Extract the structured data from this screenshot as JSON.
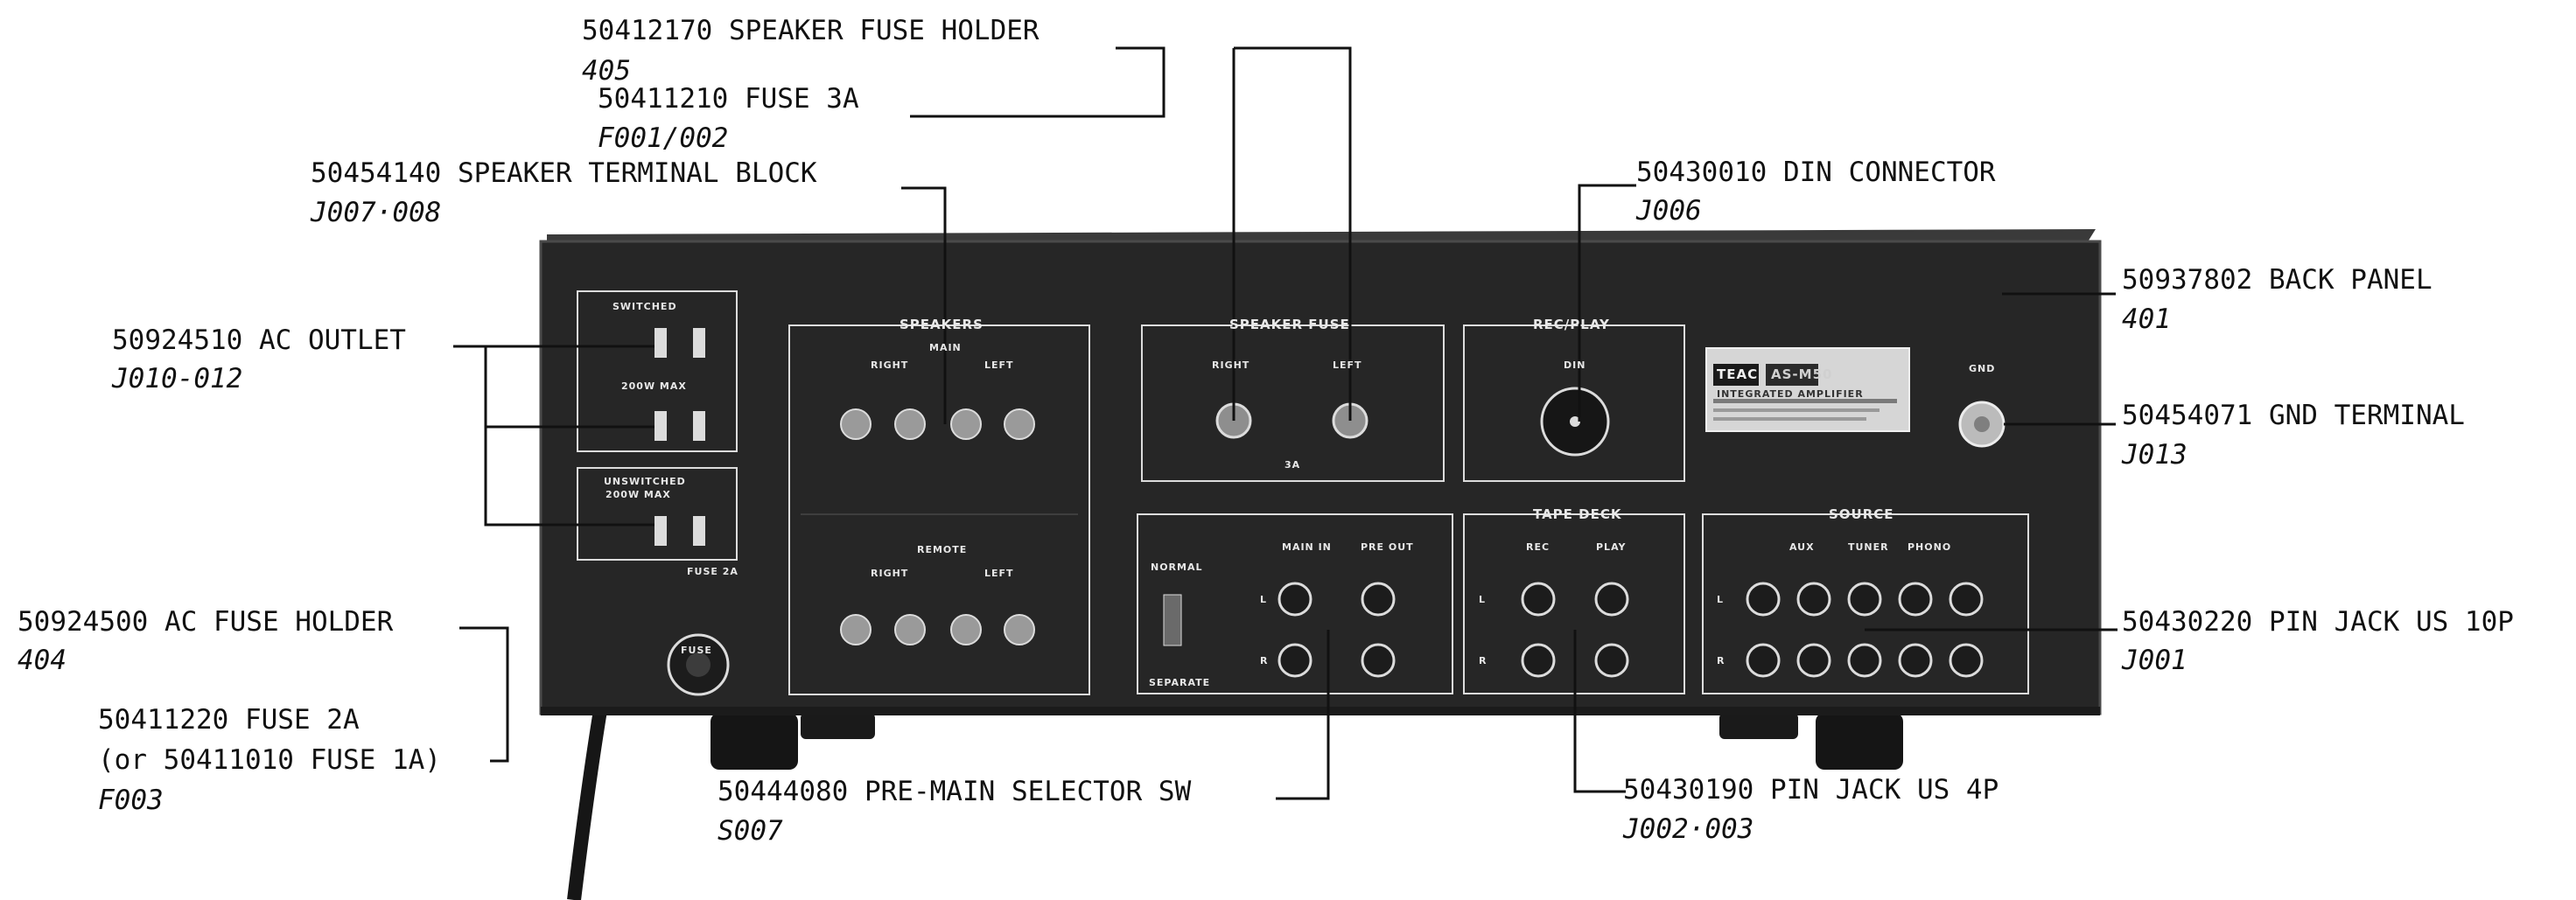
{
  "callouts": {
    "speaker_fuse_holder": {
      "part": "50412170 SPEAKER FUSE HOLDER",
      "ref": "405"
    },
    "fuse_3a": {
      "part": "50411210 FUSE 3A",
      "ref": "F001/002"
    },
    "speaker_terminal_block": {
      "part": "50454140 SPEAKER TERMINAL BLOCK",
      "ref": "J007·008"
    },
    "din_connector": {
      "part": "50430010 DIN CONNECTOR",
      "ref": "J006"
    },
    "back_panel": {
      "part": "50937802 BACK PANEL",
      "ref": "401"
    },
    "ac_outlet": {
      "part": "50924510 AC OUTLET",
      "ref": "J010-012"
    },
    "gnd_terminal": {
      "part": "50454071 GND TERMINAL",
      "ref": "J013"
    },
    "ac_fuse_holder": {
      "part": "50924500 AC FUSE HOLDER",
      "ref": "404"
    },
    "pin_jack_10p": {
      "part": "50430220 PIN JACK US 10P",
      "ref": "J001"
    },
    "fuse_2a": {
      "part": "50411220 FUSE 2A",
      "alt": "(or 50411010 FUSE 1A)",
      "ref": "F003"
    },
    "pre_main_selector": {
      "part": "50444080 PRE-MAIN SELECTOR SW",
      "ref": "S007"
    },
    "pin_jack_4p": {
      "part": "50430190 PIN JACK US 4P",
      "ref": "J002·003"
    }
  },
  "panel": {
    "switched": "SWITCHED",
    "switched_rating": "200W MAX",
    "unswitched": "UNSWITCHED",
    "unswitched_rating": "200W MAX",
    "fuse_rating": "FUSE 2A",
    "fuse_knob": "FUSE",
    "speakers_title": "SPEAKERS",
    "main": "MAIN",
    "remote": "REMOTE",
    "right": "RIGHT",
    "left": "LEFT",
    "speaker_fuse_title": "SPEAKER FUSE",
    "fuse_right": "RIGHT",
    "fuse_left": "LEFT",
    "fuse_3a": "3A",
    "rec_play_title": "REC/PLAY",
    "din": "DIN",
    "tape_deck_title": "TAPE DECK",
    "rec": "REC",
    "play": "PLAY",
    "source_title": "SOURCE",
    "aux": "AUX",
    "tuner": "TUNER",
    "phono": "PHONO",
    "main_in": "MAIN IN",
    "pre_out": "PRE OUT",
    "normal": "NORMAL",
    "separate": "SEPARATE",
    "l": "L",
    "r": "R",
    "gnd": "GND",
    "brand": "TEAC",
    "model": "AS-M50",
    "product": "INTEGRATED AMPLIFIER"
  },
  "colors": {
    "panel": "#262626",
    "panel_edge": "#4a4a4a",
    "panel_text": "#e8e8e8",
    "leader": "#111111",
    "foot": "#151515"
  }
}
